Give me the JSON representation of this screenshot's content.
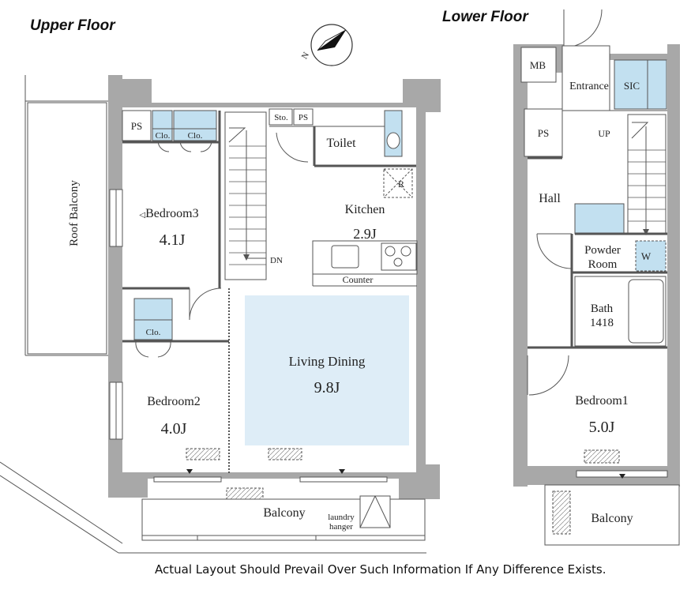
{
  "floors": {
    "upper_title": "Upper Floor",
    "lower_title": "Lower Floor"
  },
  "labels": {
    "roof_balcony": "Roof Balcony",
    "ps": "PS",
    "mb": "MB",
    "clo": "Clo.",
    "sto": "Sto.",
    "toilet": "Toilet",
    "r": "R",
    "w": "W",
    "dn": "DN",
    "up": "UP",
    "kitchen": "Kitchen",
    "kitchen_size": "2.9J",
    "counter": "Counter",
    "bedroom3": "Bedroom3",
    "bedroom3_size": "4.1J",
    "bedroom2": "Bedroom2",
    "bedroom2_size": "4.0J",
    "living": "Living Dining",
    "living_size": "9.8J",
    "balcony": "Balcony",
    "laundry1": "laundry",
    "laundry2": "hanger",
    "entrance": "Entrance",
    "sic": "SIC",
    "hall": "Hall",
    "powder1": "Powder",
    "powder2": "Room",
    "bath1": "Bath",
    "bath2": "1418",
    "bedroom1": "Bedroom1",
    "bedroom1_size": "5.0J"
  },
  "compass": {
    "north_label": "N"
  },
  "disclaimer": "Actual Layout Should Prevail Over Such Information If Any Difference Exists.",
  "colors": {
    "wall": "#a8a8a8",
    "living_fill": "#deedf7",
    "closet_fill": "#c2e0f0"
  }
}
